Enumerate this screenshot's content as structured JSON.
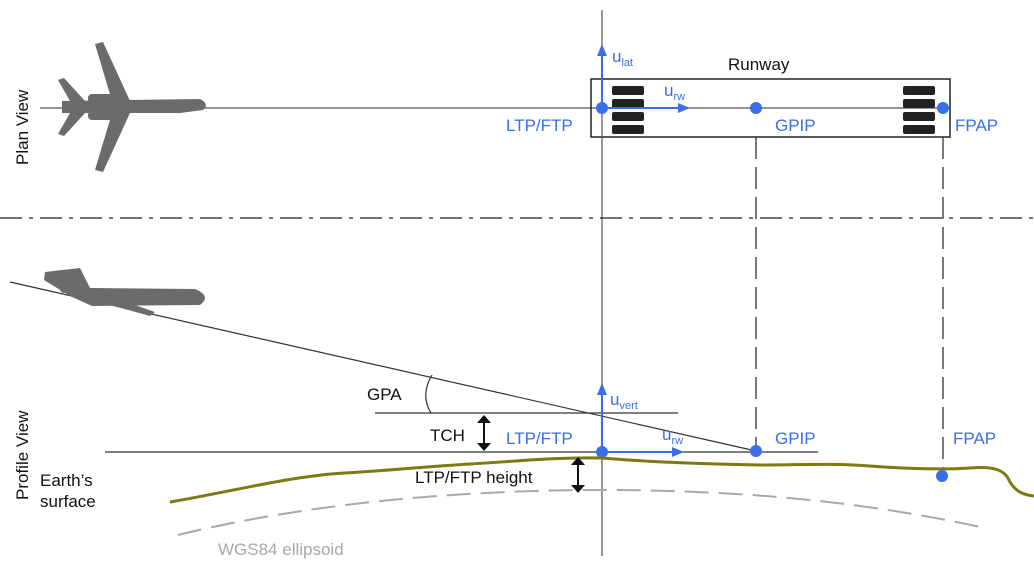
{
  "views": {
    "plan": "Plan View",
    "profile": "Profile View"
  },
  "labels": {
    "runway": "Runway",
    "ltp_ftp": "LTP/FTP",
    "gpip": "GPIP",
    "fpap": "FPAP",
    "gpa": "GPA",
    "tch": "TCH",
    "ltp_ftp_height": "LTP/FTP height",
    "earth_surface_line1": "Earth’s",
    "earth_surface_line2": "surface",
    "wgs84": "WGS84 ellipsoid"
  },
  "vectors": {
    "u_base": "u",
    "lat_sub": "lat",
    "rw_sub": "rw",
    "vert_sub": "vert"
  },
  "colors": {
    "accent_blue": "#3a6fe8",
    "earth_olive": "#7d7a14",
    "ellipsoid_grey": "#a8a8a8",
    "aircraft_grey": "#6b6b6b"
  }
}
